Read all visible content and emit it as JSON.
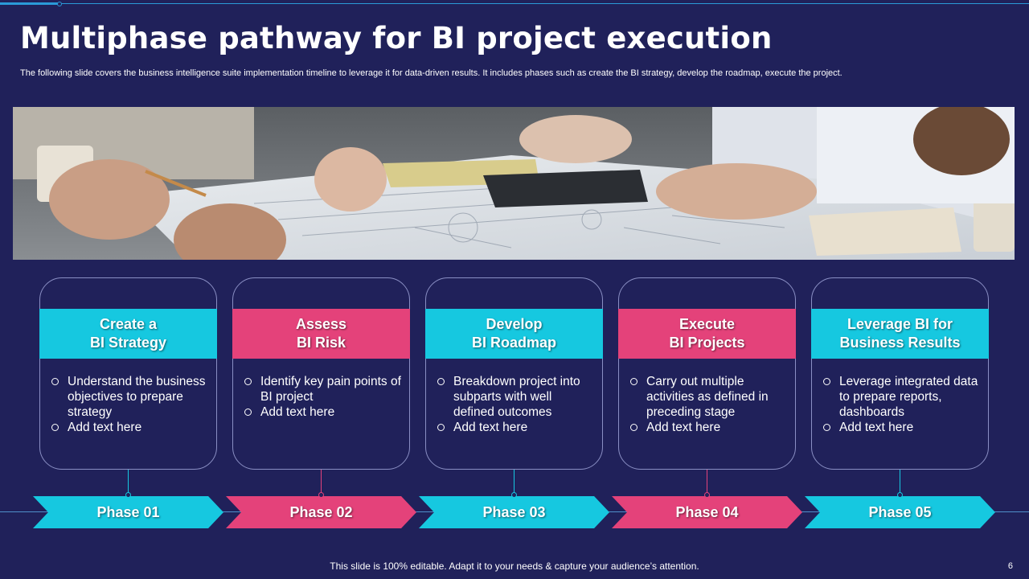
{
  "slide": {
    "title": "Multiphase pathway for BI project execution",
    "subtitle": "The following slide covers the business intelligence suite implementation timeline to leverage it for data-driven results. It includes phases such as create the BI strategy, develop the roadmap, execute the project.",
    "footer": "This slide is 100% editable. Adapt it to your needs & capture your audience’s attention.",
    "page_number": "6"
  },
  "colors": {
    "background": "#20215a",
    "cyan": "#16c8e0",
    "pink": "#e4427a"
  },
  "phases": [
    {
      "heading_line1": "Create a",
      "heading_line2": "BI Strategy",
      "color": "cyan",
      "bullets": [
        "Understand the business objectives to prepare strategy",
        "Add text here"
      ],
      "phase_label": "Phase 01"
    },
    {
      "heading_line1": "Assess",
      "heading_line2": "BI Risk",
      "color": "pink",
      "bullets": [
        "Identify key pain points of BI project",
        "Add text here"
      ],
      "phase_label": "Phase 02"
    },
    {
      "heading_line1": "Develop",
      "heading_line2": "BI Roadmap",
      "color": "cyan",
      "bullets": [
        "Breakdown project into subparts with well defined outcomes",
        "Add text here"
      ],
      "phase_label": "Phase 03"
    },
    {
      "heading_line1": "Execute",
      "heading_line2": "BI Projects",
      "color": "pink",
      "bullets": [
        "Carry out multiple activities as defined in preceding stage",
        "Add text here"
      ],
      "phase_label": "Phase 04"
    },
    {
      "heading_line1": "Leverage BI for",
      "heading_line2": "Business Results",
      "color": "cyan",
      "bullets": [
        "Leverage integrated data to prepare reports, dashboards",
        "Add text here"
      ],
      "phase_label": "Phase 05"
    }
  ]
}
